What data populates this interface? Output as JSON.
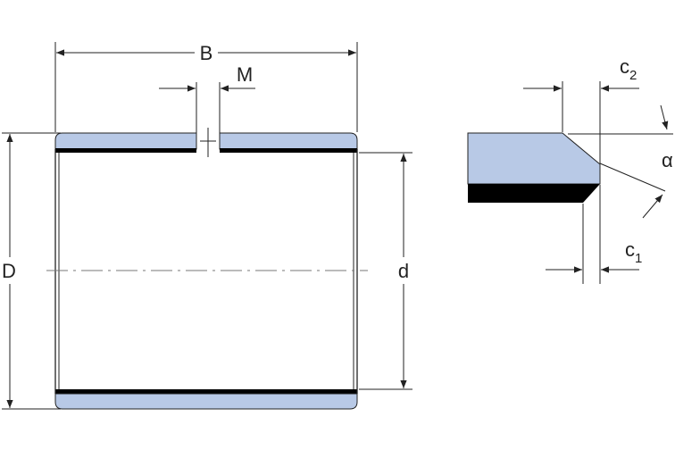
{
  "colors": {
    "body_fill": "#b8c9e6",
    "liner_fill": "#000000",
    "line": "#222222",
    "centerline": "#777777"
  },
  "bushing_view": {
    "labels": {
      "width": "B",
      "outer_diameter": "D",
      "inner_diameter": "d",
      "slot": "M"
    }
  },
  "chamfer_detail": {
    "labels": {
      "outer_chamfer_letter": "c",
      "outer_chamfer_index": "2",
      "inner_chamfer_letter": "c",
      "inner_chamfer_index": "1",
      "angle": "α"
    }
  }
}
